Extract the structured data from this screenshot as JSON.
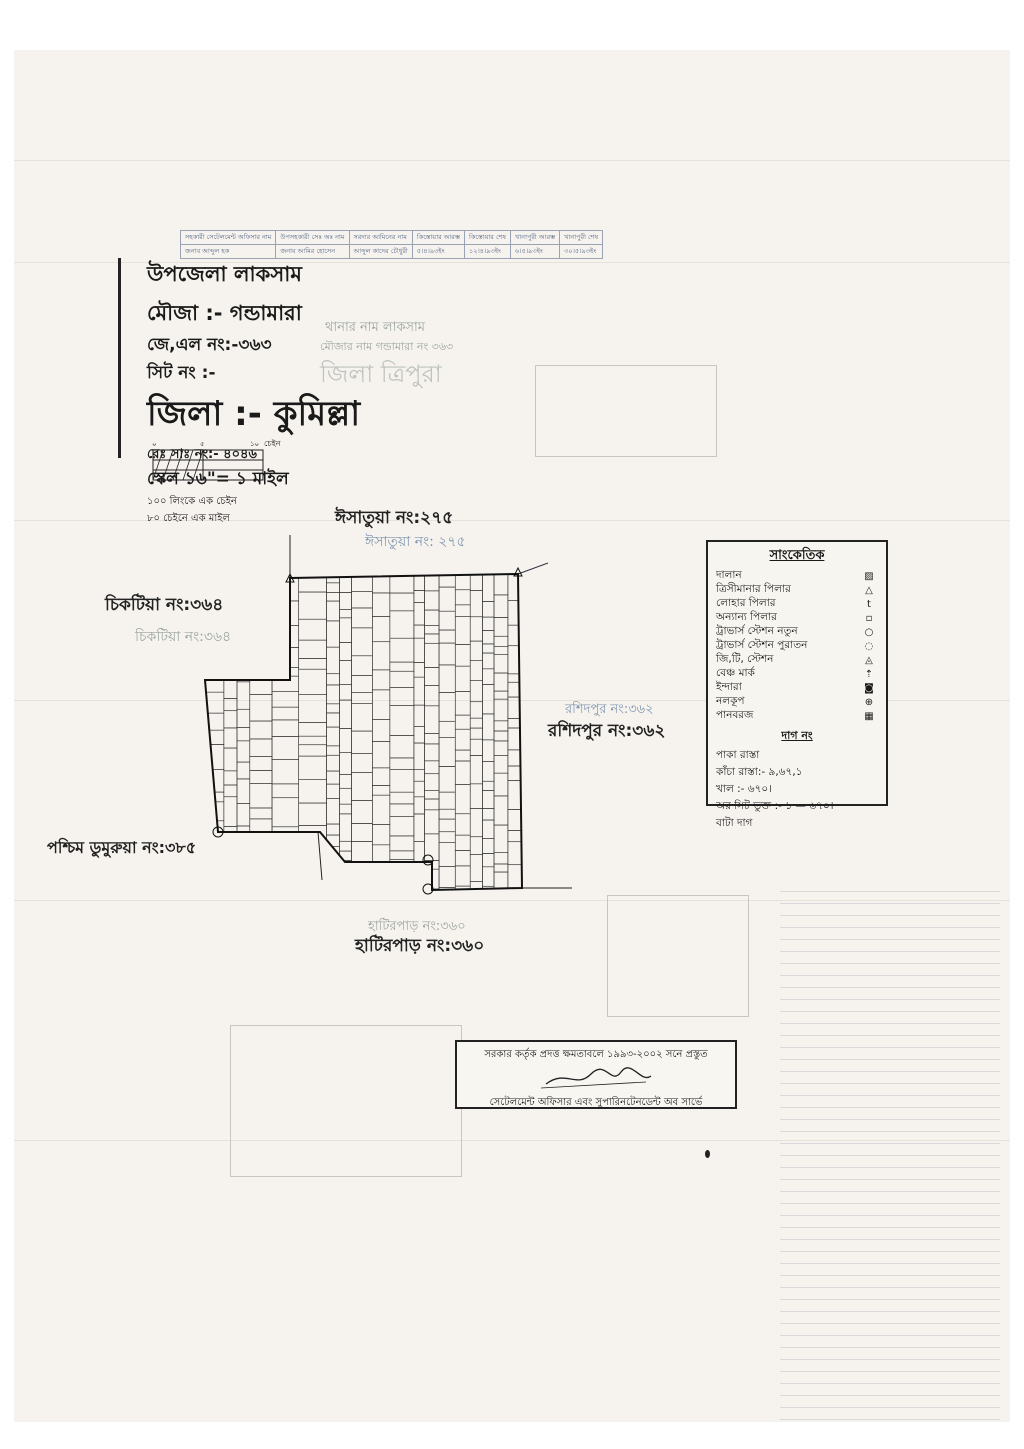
{
  "header_table": {
    "columns": [
      "সহকারী সেটেলমেন্ট অফিসার নাম",
      "উপসহকারী সেঃ অঃ নাম",
      "সরদার আমিনের নাম",
      "কিস্তোয়ার আরম্ভ",
      "কিস্তোয়ার শেষ",
      "খানাপুরী আরম্ভ",
      "খানাপুরী শেষ"
    ],
    "values": [
      "জনাব আব্দুল হক",
      "জনাব আমির হোসেন",
      "আব্দুল কাদের চৌধুরী",
      "৫।৪।৯৩ইং",
      "১২।৪।৯৩ইং",
      "৬।৫।৯৩ইং",
      "৩০।৫।৯৩ইং"
    ]
  },
  "title_block": {
    "upazila": "উপজেলা লাকসাম",
    "mouza": "মৌজা :- গন্ডামারা",
    "jl_no": "জে,এল নং:-৩৬৩",
    "sheet_no": "সিট নং :-",
    "district": "জিলা :- কুমিল্লা",
    "rs_no": "রেঃ সাঃ নং:- ৪০৪৬",
    "scale": "স্কেল ১৬\"= ১ মাইল",
    "links": "১০০ লিংকে এক চেইন",
    "chains": "৮০ চেইনে এক মাইল",
    "scale_bar": {
      "ticks": [
        "০",
        "৫",
        "১০"
      ],
      "unit": "চেইন"
    }
  },
  "old_title_faint": {
    "thana": "থানার নাম লাকসাম",
    "mouza": "মৌজার নাম গন্ডামারা নং ৩৬৩",
    "district": "জিলা ত্রিপুরা"
  },
  "boundaries": {
    "north": "ঈসাতুয়া নং:২৭৫",
    "north_old": "ঈসাতুয়া নং: ২৭৫",
    "west": "চিকটিয়া নং:৩৬৪",
    "west_old": "চিকটিয়া নং:৩৬৪",
    "east": "রশিদপুর নং:৩৬২",
    "east_old": "রশিদপুর নং:৩৬২",
    "southwest": "পশ্চিম ডুমুরুয়া নং:৩৮৫",
    "south": "হাটিরপাড় নং:৩৬০",
    "south_old": "হাটিরপাড় নং:৩৬০"
  },
  "legend": {
    "title": "সাংকেতিক",
    "items": [
      {
        "label": "দালান",
        "symbol": "▨"
      },
      {
        "label": "ত্রিসীমানার পিলার",
        "symbol": "△"
      },
      {
        "label": "লোহার পিলার",
        "symbol": "t"
      },
      {
        "label": "অন্যান্য পিলার",
        "symbol": "▫"
      },
      {
        "label": "ট্রাভার্স স্টেশন নতুন",
        "symbol": "○"
      },
      {
        "label": "ট্রাভার্স স্টেশন পুরাতন",
        "symbol": "◌"
      },
      {
        "label": "জি,টি, স্টেশন",
        "symbol": "◬"
      },
      {
        "label": "বেঞ্চ মার্ক",
        "symbol": "⇡"
      },
      {
        "label": "ইন্দারা",
        "symbol": "◙"
      },
      {
        "label": "নলকূপ",
        "symbol": "⊕"
      },
      {
        "label": "পানবরজ",
        "symbol": "▦"
      }
    ],
    "dag_title": "দাগ নং",
    "dag_items": [
      "পাকা রাস্তা",
      "কাঁচা রাস্তা:- ৯,৬৭,১",
      "খাল :- ৬৭০।",
      "অর সিট ভুক্ত :- ১ — ৬৭০।",
      "বাটা দাগ"
    ]
  },
  "stamp": {
    "top": "সরকার কর্তৃক প্রদত্ত ক্ষমতাবলে ১৯৯৩-২০০২ সনে প্রস্তুত",
    "bottom": "সেটেলমেন্ট অফিসার এবং সুপারিনটেনডেন্ট অব সার্ভে"
  },
  "colors": {
    "ink": "#1a1a1a",
    "paper": "#f6f3ee",
    "blue_ink": "#5a6a9a",
    "faint": "#9aa4a0"
  }
}
